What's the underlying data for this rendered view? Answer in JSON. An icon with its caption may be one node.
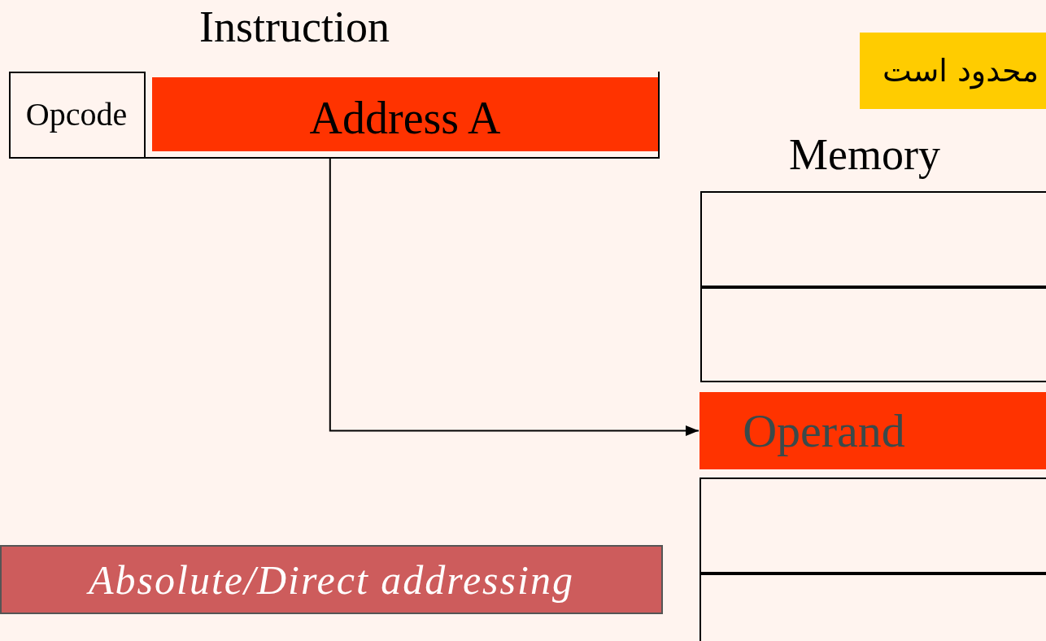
{
  "diagram": {
    "nodes": [
      {
        "text": [
          "Instruction"
        ]
      },
      {
        "text": [
          "Opcode"
        ],
        "in": 0
      },
      {
        "text": [
          "Address A"
        ],
        "in": 0
      },
      {
        "text": [
          "Memory"
        ]
      },
      {
        "text": [],
        "shape": "box",
        "in": 3
      },
      {
        "text": [],
        "shape": "box",
        "in": 3
      },
      {
        "text": [
          "Operand"
        ],
        "in": 3
      },
      {
        "text": [],
        "shape": "box",
        "in": 3
      },
      {
        "text": [],
        "shape": "box",
        "in": 3
      },
      {
        "text": [
          "Absolute/Direct addressing"
        ]
      },
      {
        "text": [
          "محدود است"
        ]
      }
    ],
    "edges": [
      {
        "from": 2,
        "to": 6,
        "arrow": "to"
      }
    ]
  }
}
